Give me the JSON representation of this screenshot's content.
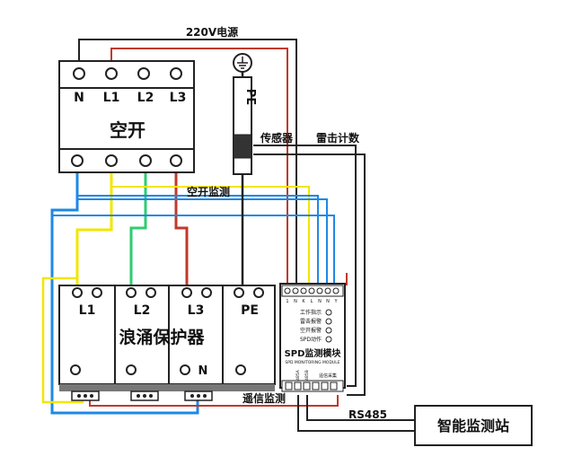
{
  "power_label": "220V电源",
  "breaker": {
    "terminals": [
      "N",
      "L1",
      "L2",
      "L3"
    ],
    "title": "空开"
  },
  "pe_bar": {
    "label": "PE"
  },
  "sensor_label": "传感器",
  "lightning_count_label": "雷击计数",
  "breaker_monitor_label": "空开监测",
  "spd": {
    "modules": [
      "L1",
      "L2",
      "L3",
      "PE"
    ],
    "title": "浪涌保护器",
    "n_label": "N"
  },
  "remote_signal_label": "遥信监测",
  "monitor_module": {
    "top_pins": [
      "1",
      "N",
      "K",
      "L",
      "N",
      "N",
      "Y"
    ],
    "indicators": [
      "工作指示",
      "雷击报警",
      "空开报警",
      "SPD动作"
    ],
    "title": "SPD监测模块",
    "subtitle": "SPD MONITORING MODULE",
    "bottom_pins": [
      "485A",
      "485B",
      "遥信采集"
    ]
  },
  "rs485_label": "RS485",
  "station_label": "智能监测站",
  "colors": {
    "black": "#222222",
    "red": "#c0392b",
    "yellow": "#f2e600",
    "green": "#2ecc71",
    "blue": "#1e88e5",
    "module_fill": "#ffffff",
    "base_gray": "#777777"
  }
}
